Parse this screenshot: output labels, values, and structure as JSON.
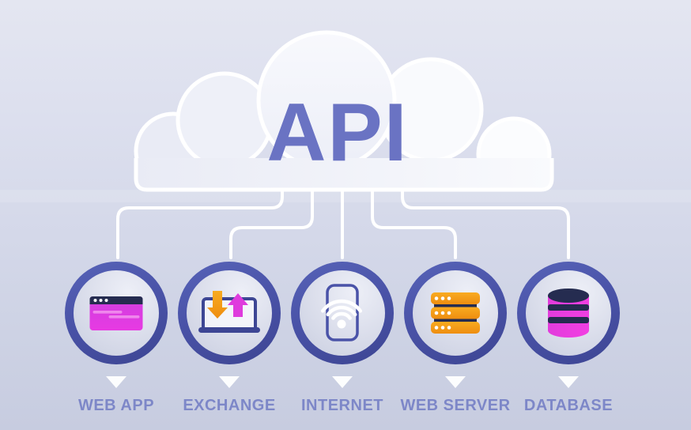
{
  "title": "API",
  "colors": {
    "accent": "#6a73c3",
    "ring": "#4a53a8",
    "label": "#7d87c8",
    "connector": "#ffffff",
    "cloud-stroke": "#ffffff",
    "navy": "#252c50",
    "magenta": "#df3cdd",
    "magenta-light": "#ef86ec",
    "orange": "#f6a41d",
    "orange-deep": "#ee8d10",
    "indigo-icon": "#3d4694"
  },
  "nodes": [
    {
      "label": "WEB APP",
      "icon": "browser-window-icon"
    },
    {
      "label": "EXCHANGE",
      "icon": "laptop-exchange-arrows-icon"
    },
    {
      "label": "INTERNET",
      "icon": "phone-wifi-icon"
    },
    {
      "label": "WEB SERVER",
      "icon": "server-stack-icon"
    },
    {
      "label": "DATABASE",
      "icon": "database-cylinder-icon"
    }
  ]
}
